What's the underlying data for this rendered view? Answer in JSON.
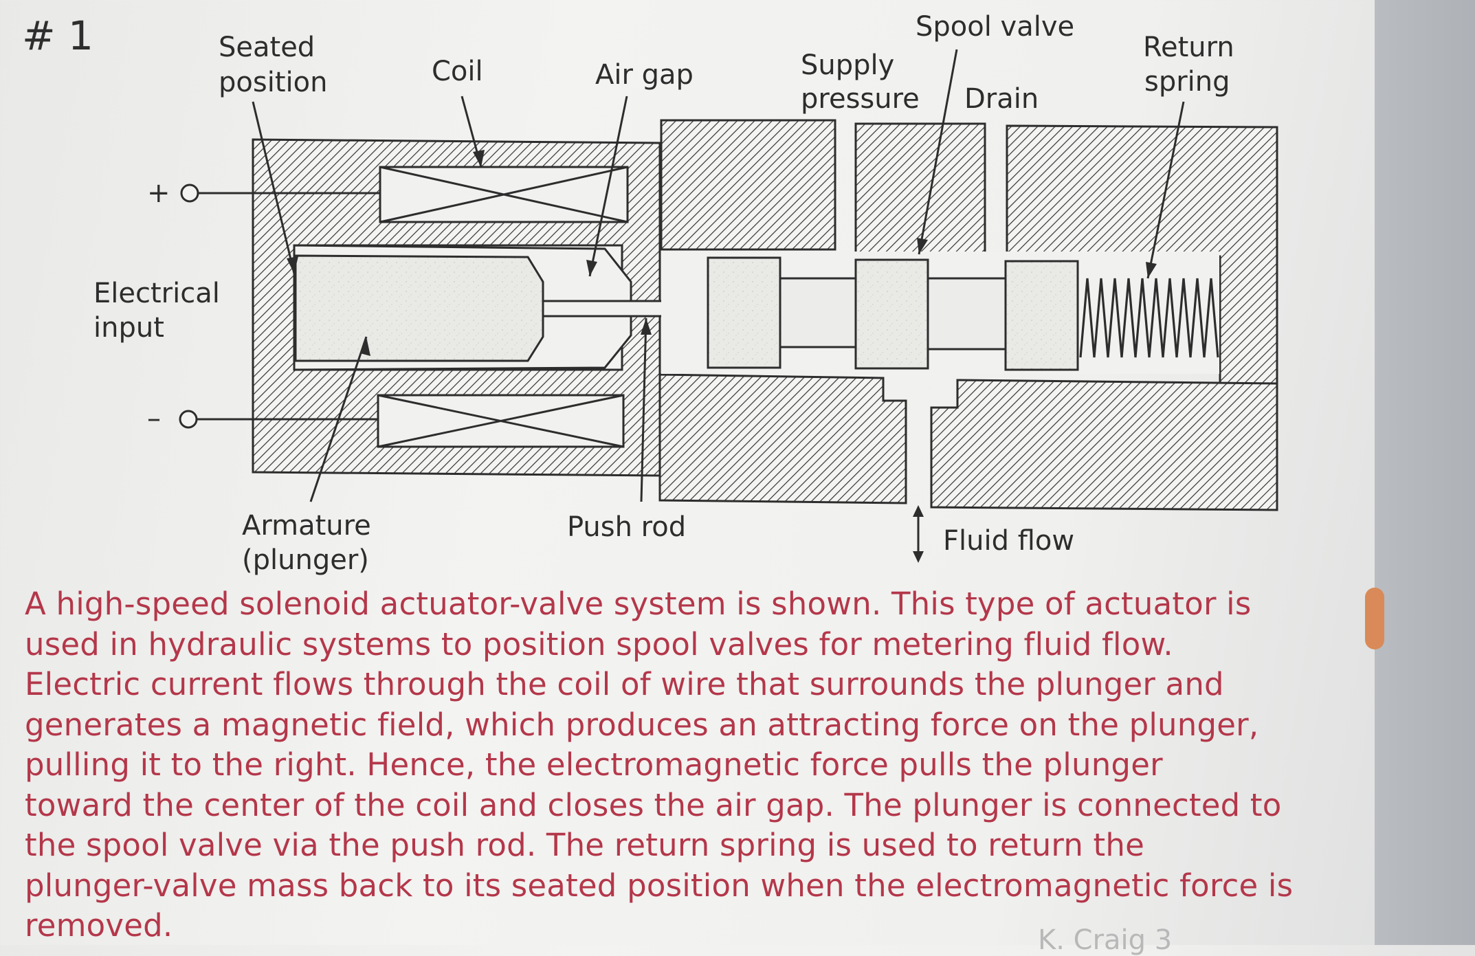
{
  "problem_number": "# 1",
  "diagram": {
    "labels": {
      "seated_position": [
        "Seated",
        "position"
      ],
      "coil": "Coil",
      "air_gap": "Air gap",
      "supply_pressure": [
        "Supply",
        "pressure"
      ],
      "spool_valve": "Spool valve",
      "drain": "Drain",
      "return_spring": [
        "Return",
        "spring"
      ],
      "electrical_input": [
        "Electrical",
        "input"
      ],
      "plus_terminal": "+",
      "minus_terminal": "–",
      "armature": [
        "Armature",
        "(plunger)"
      ],
      "push_rod": "Push rod",
      "fluid_flow": "Fluid flow"
    }
  },
  "caption_lines": [
    "A high-speed solenoid actuator-valve system is shown.  This type of actuator is",
    "used in hydraulic systems to position spool valves for metering fluid flow.",
    "Electric current flows through the coil of wire that surrounds the plunger and",
    "generates a magnetic field, which produces an attracting force on the plunger,",
    "pulling it to the right.  Hence, the electromagnetic force pulls the plunger",
    "toward the center of the coil and closes the air gap.  The plunger is connected to",
    "the spool valve via the push rod.  The return spring is used to return the",
    "plunger-valve mass back to its seated position when the electromagnetic force is",
    "removed."
  ],
  "footer": "K. Craig      3",
  "colors": {
    "caption_text": "#b4374a",
    "line": "#2d2d2d"
  }
}
